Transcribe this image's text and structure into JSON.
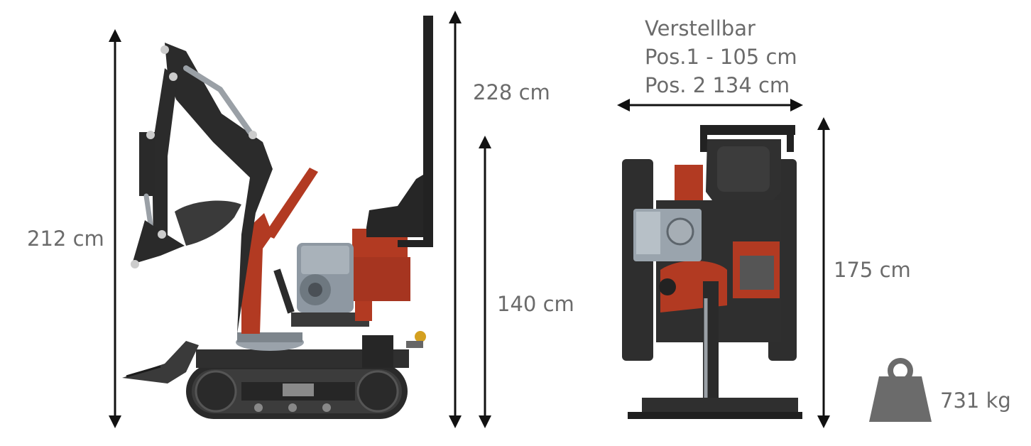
{
  "labels": {
    "height_boom": "212 cm",
    "height_roof": "228 cm",
    "height_seat": "140 cm",
    "height_front": "175 cm",
    "weight": "731 kg"
  },
  "width_note": {
    "line1": "Verstellbar",
    "line2": "Pos.1 - 105 cm",
    "line3": "Pos. 2  134 cm"
  },
  "colors": {
    "machine_dark": "#2e2e2e",
    "machine_red": "#b23a22",
    "engine_grey": "#8e98a2",
    "label_grey": "#6b6b6b",
    "arrow": "#111111"
  }
}
